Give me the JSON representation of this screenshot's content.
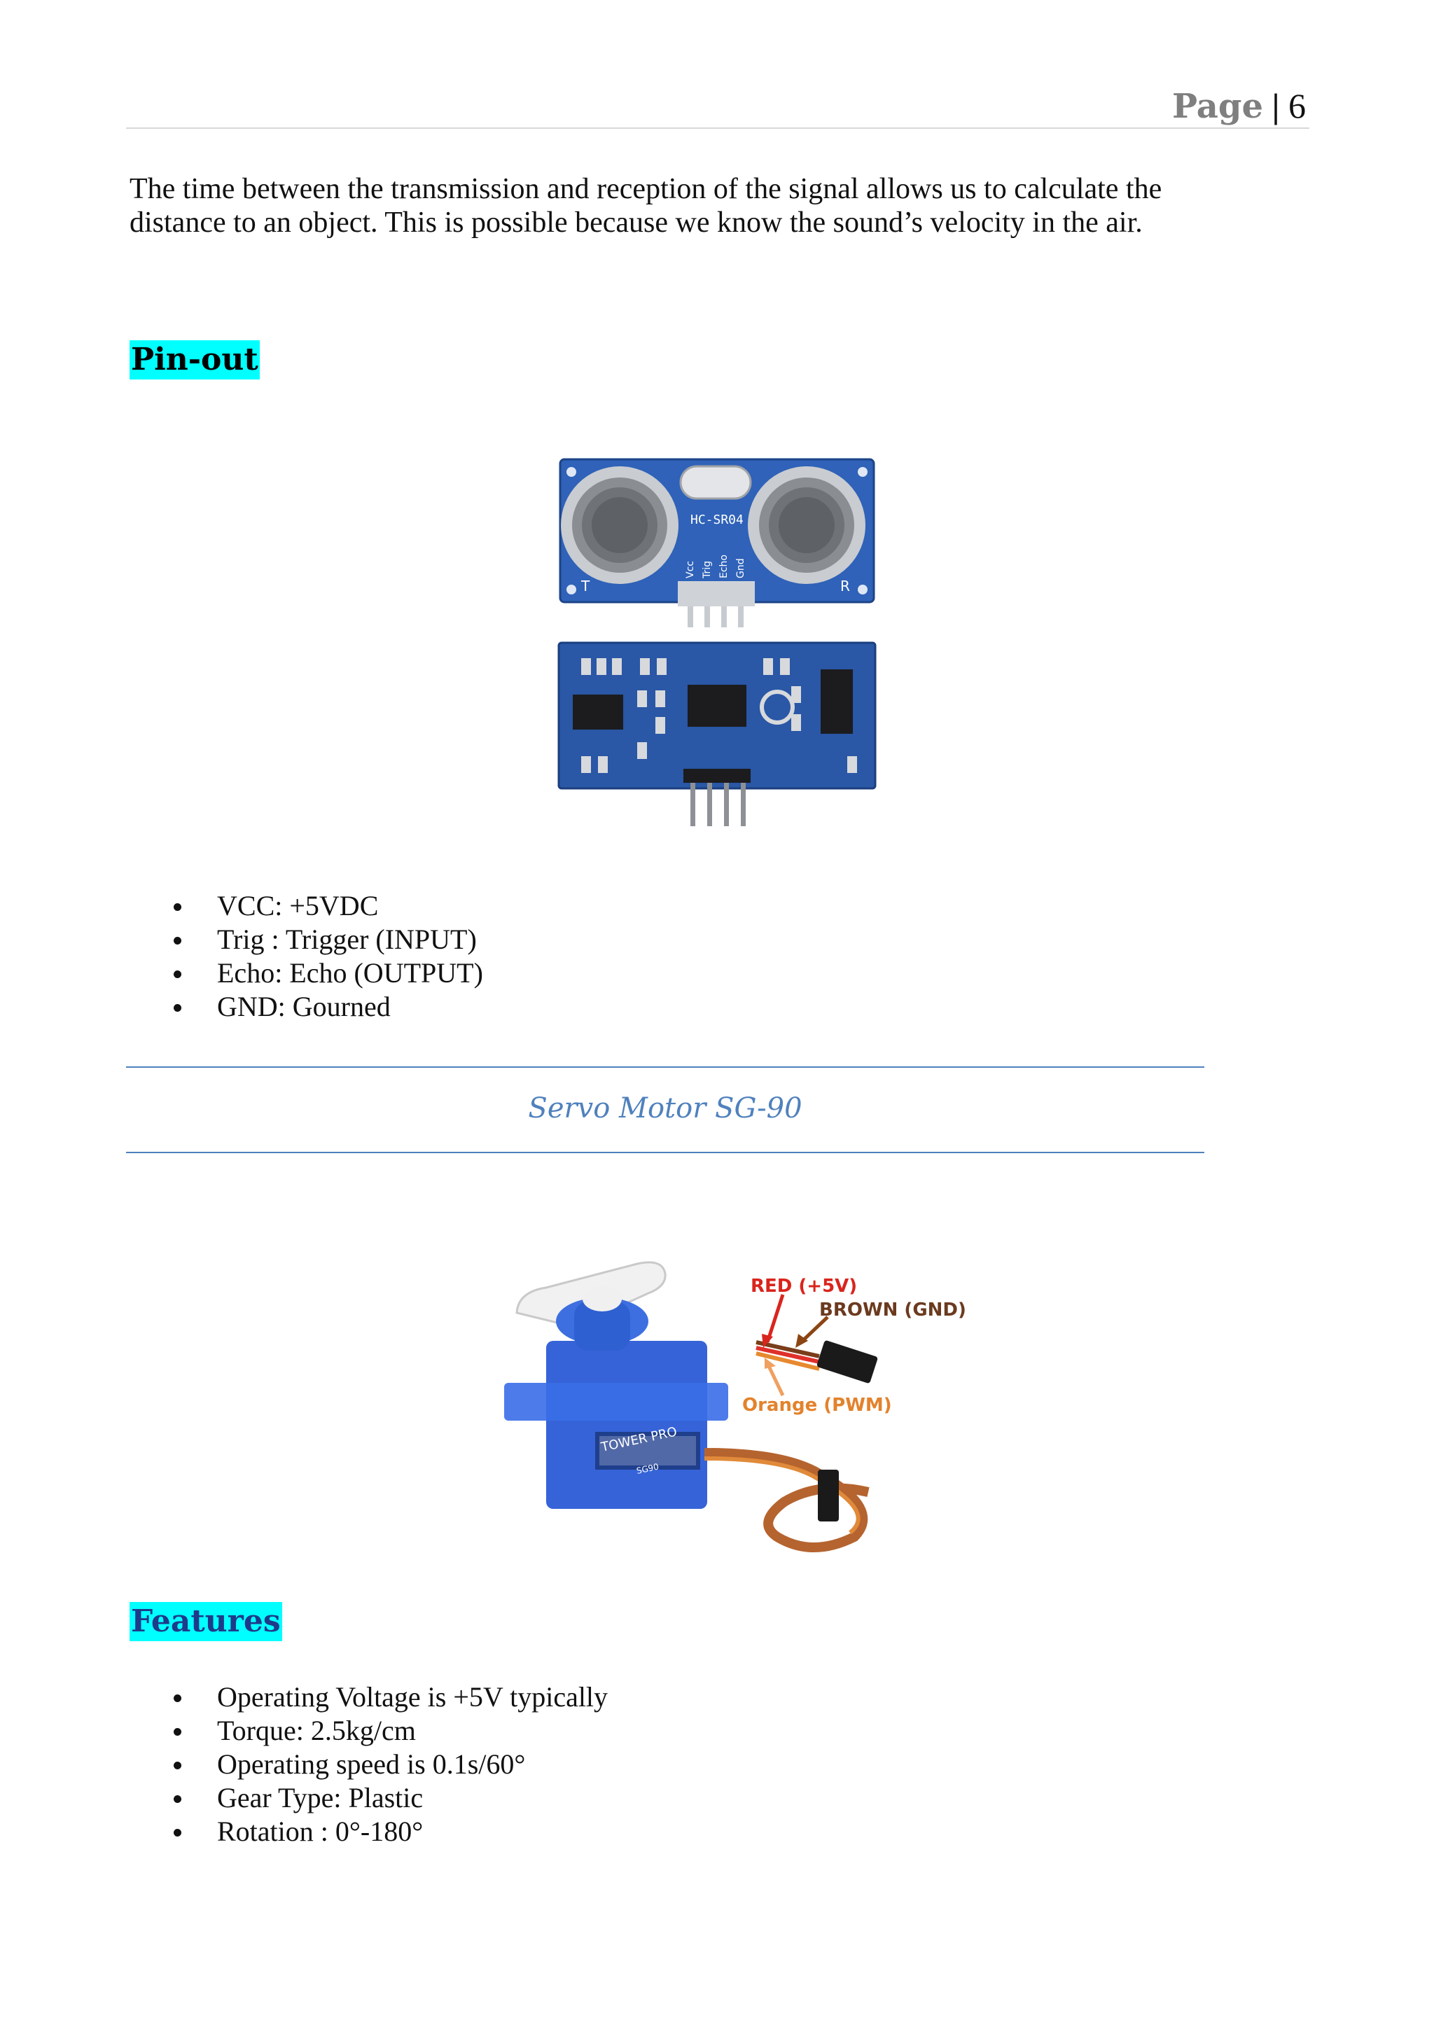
{
  "header": {
    "page_word": "Page",
    "separator": "|",
    "page_number": "6"
  },
  "intro": {
    "line1": "The time between the transmission and reception of the signal allows us to calculate the",
    "line2": "distance to an object. This is possible because we know the sound’s velocity in the air."
  },
  "pinout": {
    "heading": "Pin-out",
    "sensor_board": {
      "silkscreen": [
        "HC-SR04",
        "T",
        "R",
        "Vcc",
        "Trig",
        "Echo",
        "Gnd"
      ]
    },
    "items": [
      "VCC: +5VDC",
      "Trig : Trigger (INPUT)",
      "Echo: Echo (OUTPUT)",
      "GND: Gourned"
    ]
  },
  "servo_section": {
    "title": "Servo Motor SG-90",
    "image_labels": {
      "red": "RED (+5V)",
      "brown": "BROWN (GND)",
      "orange": "Orange (PWM)",
      "brand": "TOWER PRO",
      "model": "SG90"
    }
  },
  "features": {
    "heading": "Features",
    "items": [
      "Operating Voltage is +5V typically",
      "Torque: 2.5kg/cm",
      "Operating speed is 0.1s/60°",
      "Gear Type: Plastic",
      "Rotation : 0°-180°"
    ]
  },
  "colors": {
    "highlight": "#00ffff",
    "accent_blue": "#4f81bd",
    "pcb_blue": "#2f62b8"
  }
}
